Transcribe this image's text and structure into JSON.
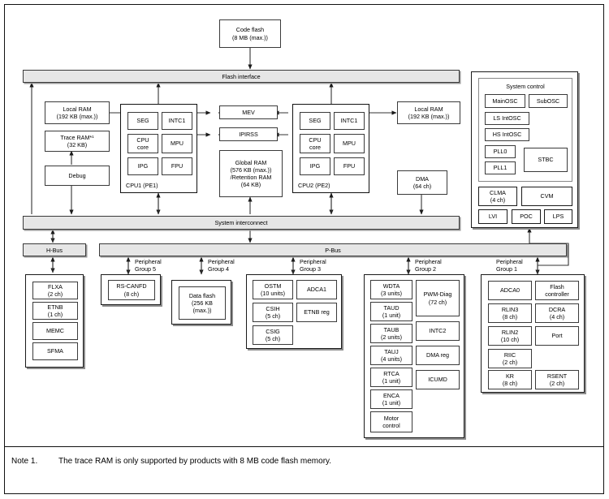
{
  "note": {
    "label": "Note 1.",
    "text": "The trace RAM is only supported by products with 8 MB code flash memory."
  },
  "top": {
    "code_flash": "Code flash\n(8 MB (max.))",
    "flash_interface": "Flash interface"
  },
  "buses": {
    "system_interconnect": "System interconnect",
    "h_bus": "H-Bus",
    "p_bus": "P-Bus"
  },
  "left_column": {
    "local_ram": "Local RAM\n(192 KB (max.))",
    "trace_ram": "Trace RAM*¹\n(32 KB)",
    "debug": "Debug"
  },
  "right_column": {
    "local_ram": "Local RAM\n(192 KB (max.))",
    "dma": "DMA\n(64 ch)"
  },
  "center": {
    "mev": "MEV",
    "ipirss": "IPIRSS",
    "global_ram": "Global RAM\n(576 KB (max.))\n/Retention RAM\n(64 KB)"
  },
  "cpu1": {
    "caption": "CPU1 (PE1)",
    "blocks": [
      "SEG",
      "INTC1",
      "CPU\ncore",
      "MPU",
      "IPG",
      "FPU"
    ]
  },
  "cpu2": {
    "caption": "CPU2 (PE2)",
    "blocks": [
      "SEG",
      "INTC1",
      "CPU\ncore",
      "MPU",
      "IPG",
      "FPU"
    ]
  },
  "system_control": {
    "title": "System control",
    "inner_blocks": [
      "MainOSC",
      "SubOSC",
      "LS IntOSC",
      "HS IntOSC",
      "PLL0",
      "PLL1",
      "STBC"
    ],
    "outer_blocks": [
      "CLMA\n(4 ch)",
      "CVM",
      "LVI",
      "POC",
      "LPS"
    ]
  },
  "peripheral_labels": {
    "group5": "Peripheral\nGroup 5",
    "group4": "Peripheral\nGroup 4",
    "group3": "Peripheral\nGroup 3",
    "group2": "Peripheral\nGroup 2",
    "group1": "Peripheral\nGroup 1"
  },
  "h_bus_group": {
    "blocks": [
      "FLXA\n(2 ch)",
      "ETNB\n(1 ch)",
      "MEMC",
      "SFMA"
    ]
  },
  "group5": {
    "blocks": [
      "RS-CANFD\n(8 ch)"
    ]
  },
  "group4": {
    "blocks": [
      "Data flash\n(256 KB\n(max.))"
    ]
  },
  "group3": {
    "col1": [
      "OSTM\n(10 units)",
      "CSIH\n(5 ch)",
      "CSIG\n(5 ch)"
    ],
    "col2": [
      "ADCA1",
      "ETNB reg"
    ]
  },
  "group2": {
    "col1": [
      "WDTA\n(3 units)",
      "TAUD\n(1 unit)",
      "TAUB\n(2 units)",
      "TAUJ\n(4 units)",
      "RTCA\n(1 unit)",
      "ENCA\n(1 unit)",
      "Motor\ncontrol"
    ],
    "col2": [
      "PWM-Diag\n(72 ch)",
      "INTC2",
      "DMA reg",
      "ICUMD"
    ]
  },
  "group1": {
    "col1": [
      "ADCA0",
      "RLIN3\n(8 ch)",
      "RLIN2\n(10 ch)",
      "RIIC\n(2 ch)",
      "KR\n(8 ch)"
    ],
    "col2": [
      "Flash\ncontroller",
      "DCRA\n(4 ch)",
      "Port",
      "RSENT\n(2 ch)"
    ]
  },
  "colors": {
    "bus_fill": "#e6e6e6",
    "border": "#3a3a3a",
    "shadow": "#8d8d8d"
  }
}
